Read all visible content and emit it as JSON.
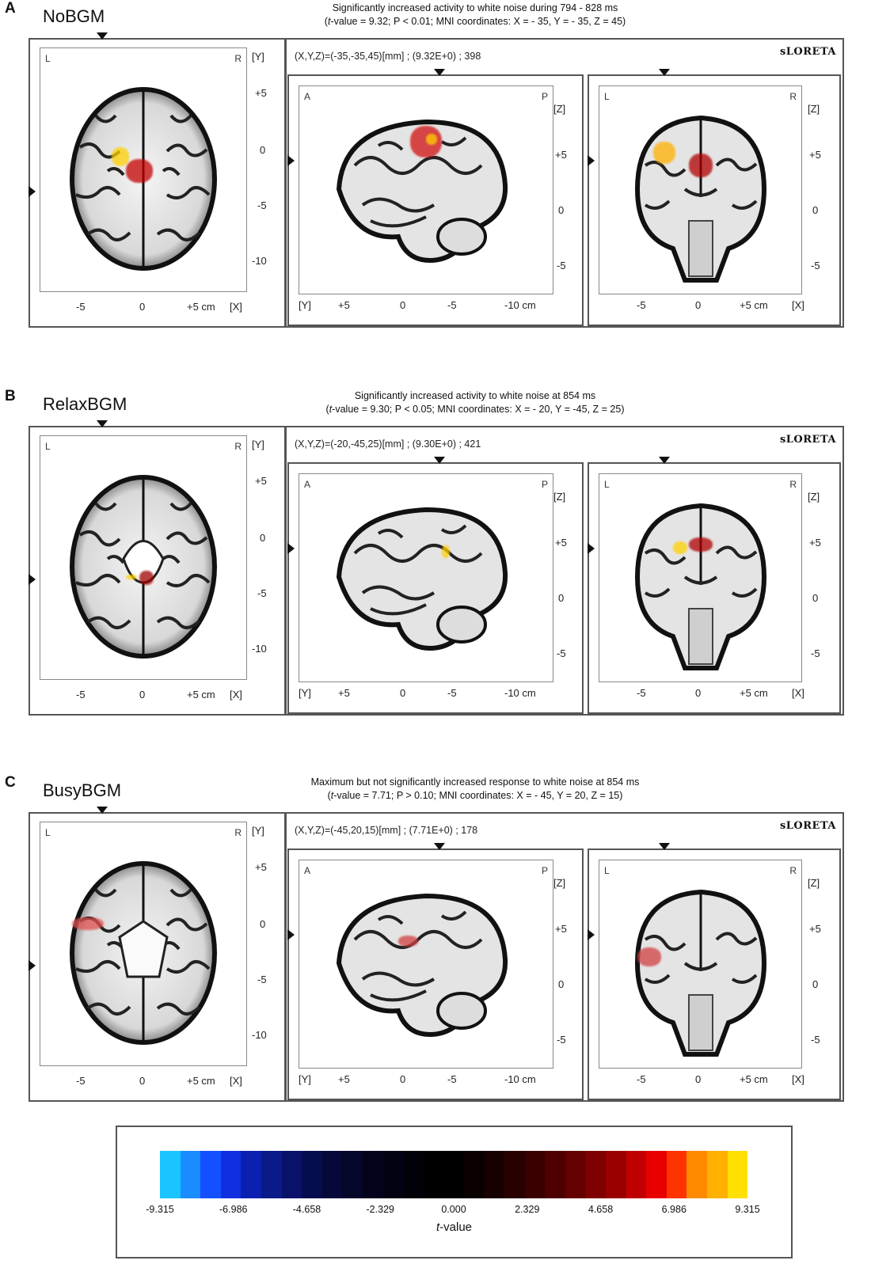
{
  "sections": [
    {
      "letter": "A",
      "name": "NoBGM",
      "caption_line1": "Significantly increased activity to white noise during 794 - 828 ms",
      "caption_t": "t",
      "caption_line2": "-value = 9.32; P < 0.01; MNI coordinates: X = - 35, Y = - 35, Z = 45)",
      "info": "(X,Y,Z)=(-35,-35,45)[mm] ;  (9.32E+0) ;  398"
    },
    {
      "letter": "B",
      "name": "RelaxBGM",
      "caption_line1": "Significantly increased activity to white noise at 854 ms",
      "caption_t": "t",
      "caption_line2": "-value = 9.30; P < 0.05; MNI coordinates: X = - 20, Y = -45, Z = 25)",
      "info": "(X,Y,Z)=(-20,-45,25)[mm] ;  (9.30E+0) ;  421"
    },
    {
      "letter": "C",
      "name": "BusyBGM",
      "caption_line1": "Maximum but not significantly increased response to white noise at 854 ms",
      "caption_t": "t",
      "caption_line2": "-value = 7.71; P > 0.10; MNI coordinates: X = -  45, Y = 20, Z = 15)",
      "info": "(X,Y,Z)=(-45,20,15)[mm] ;  (7.71E+0) ;  178"
    }
  ],
  "brand": "sLORETA",
  "open_paren": "(",
  "axial": {
    "corner_left": "L",
    "corner_right": "R",
    "y_axis_tag": "[Y]",
    "x_axis_tag": "[X]",
    "y_ticks": [
      "+5",
      "0",
      "-5",
      "-10"
    ],
    "x_ticks": [
      "-5",
      "0",
      "+5 cm"
    ]
  },
  "sagittal": {
    "corner_left": "A",
    "corner_right": "P",
    "z_axis_tag": "[Z]",
    "y_axis_tag": "[Y]",
    "z_ticks": [
      "+5",
      "0",
      "-5"
    ],
    "x_ticks": [
      "+5",
      "0",
      "-5",
      "-10 cm"
    ]
  },
  "coronal": {
    "corner_left": "L",
    "corner_right": "R",
    "z_axis_tag": "[Z]",
    "x_axis_tag": "[X]",
    "z_ticks": [
      "+5",
      "0",
      "-5"
    ],
    "x_ticks": [
      "-5",
      "0",
      "+5 cm"
    ]
  },
  "colorbar": {
    "min": -9.315,
    "max": 9.315,
    "tick_labels": [
      "-9.315",
      "-6.986",
      "-4.658",
      "-2.329",
      "0.000",
      "2.329",
      "4.658",
      "6.986",
      "9.315"
    ],
    "label_t": "t",
    "label_rest": "-value",
    "colors": [
      "#19c4ff",
      "#1a8cff",
      "#1450ff",
      "#1030e0",
      "#0b20b0",
      "#0a1a88",
      "#08126a",
      "#060c50",
      "#050838",
      "#04062a",
      "#03041c",
      "#020212",
      "#01010a",
      "#000000",
      "#000000",
      "#0a0000",
      "#180000",
      "#280000",
      "#3a0000",
      "#4e0000",
      "#640000",
      "#7e0000",
      "#9a0000",
      "#c00000",
      "#e80000",
      "#ff3300",
      "#ff8a00",
      "#ffb000",
      "#ffe000"
    ]
  }
}
